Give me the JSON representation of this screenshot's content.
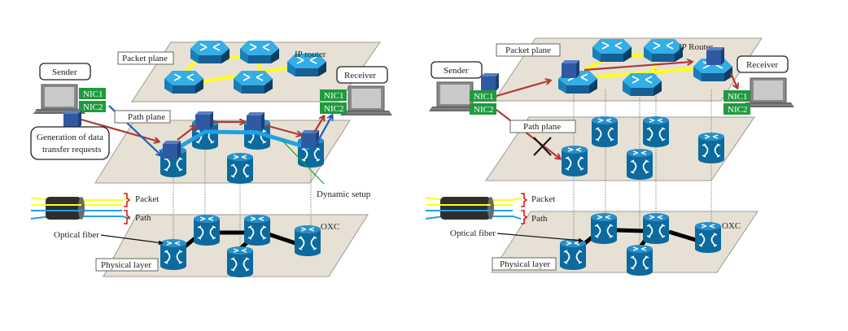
{
  "left_panel": {
    "plane_labels": {
      "packet": "Packet plane",
      "path": "Path plane",
      "physical": "Physical layer"
    },
    "sender": "Sender",
    "receiver": "Receiver",
    "nic1": "NIC1",
    "nic2": "NIC2",
    "request_note": [
      "Generation of data",
      "transfer requests"
    ],
    "ip_router": "IP router",
    "oxc": "OXC",
    "dynamic_setup": "Dynamic setup",
    "optical_fiber": "Optical fiber",
    "legend": {
      "packet": "Packet",
      "path": "Path"
    }
  },
  "right_panel": {
    "plane_labels": {
      "packet": "Packet plane",
      "path": "Path plane",
      "physical": "Physical layer"
    },
    "sender": "Sender",
    "receiver": "Receiver",
    "nic1": "NIC1",
    "nic2": "NIC2",
    "ip_router": "IP Router",
    "oxc": "OXC",
    "optical_fiber": "Optical fiber",
    "legend": {
      "packet": "Packet",
      "path": "Path"
    }
  },
  "colors": {
    "plane": "#e6e1d4",
    "router_light": "#29a3de",
    "router_dark": "#0f5d8f",
    "oxc": "#0c6a9e",
    "packet_link": "#ffff1a",
    "path_link": "#22a0e6",
    "red_arrow": "#b03a34",
    "blue_arrow": "#1f5bb5",
    "nic_green": "#1f9a3e",
    "dynamic_setup_line": "#1aa02e",
    "legend_bracket": "#e41a1a"
  }
}
